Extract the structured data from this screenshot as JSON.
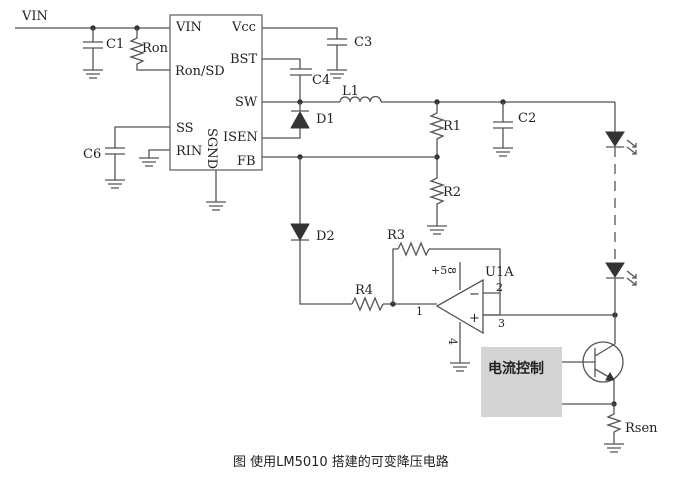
{
  "nets": {
    "vin": "VIN"
  },
  "ic": {
    "pins": {
      "vin": "VIN",
      "vcc": "Vcc",
      "ron_sd": "Ron/SD",
      "bst": "BST",
      "sw": "SW",
      "ss": "SS",
      "isen": "ISEN",
      "rin": "RIN",
      "fb": "FB",
      "sgnd": "SGND"
    }
  },
  "components": {
    "c1": "C1",
    "ron": "Ron",
    "c3": "C3",
    "c4": "C4",
    "l1": "L1",
    "d1": "D1",
    "r1": "R1",
    "c2": "C2",
    "c6": "C6",
    "r2": "R2",
    "d2": "D2",
    "r3": "R3",
    "r4": "R4",
    "u1a": "U1A",
    "rsen": "Rsen"
  },
  "opamp": {
    "supply": "+5",
    "pin8": "8",
    "pin2": "2",
    "pin1": "1",
    "pin3": "3",
    "pin4": "4",
    "minus": "−",
    "plus": "+"
  },
  "control_block": {
    "label": "电流控制",
    "color": "#d4d4d4"
  },
  "caption": "图   使用LM5010 搭建的可变降压电路"
}
